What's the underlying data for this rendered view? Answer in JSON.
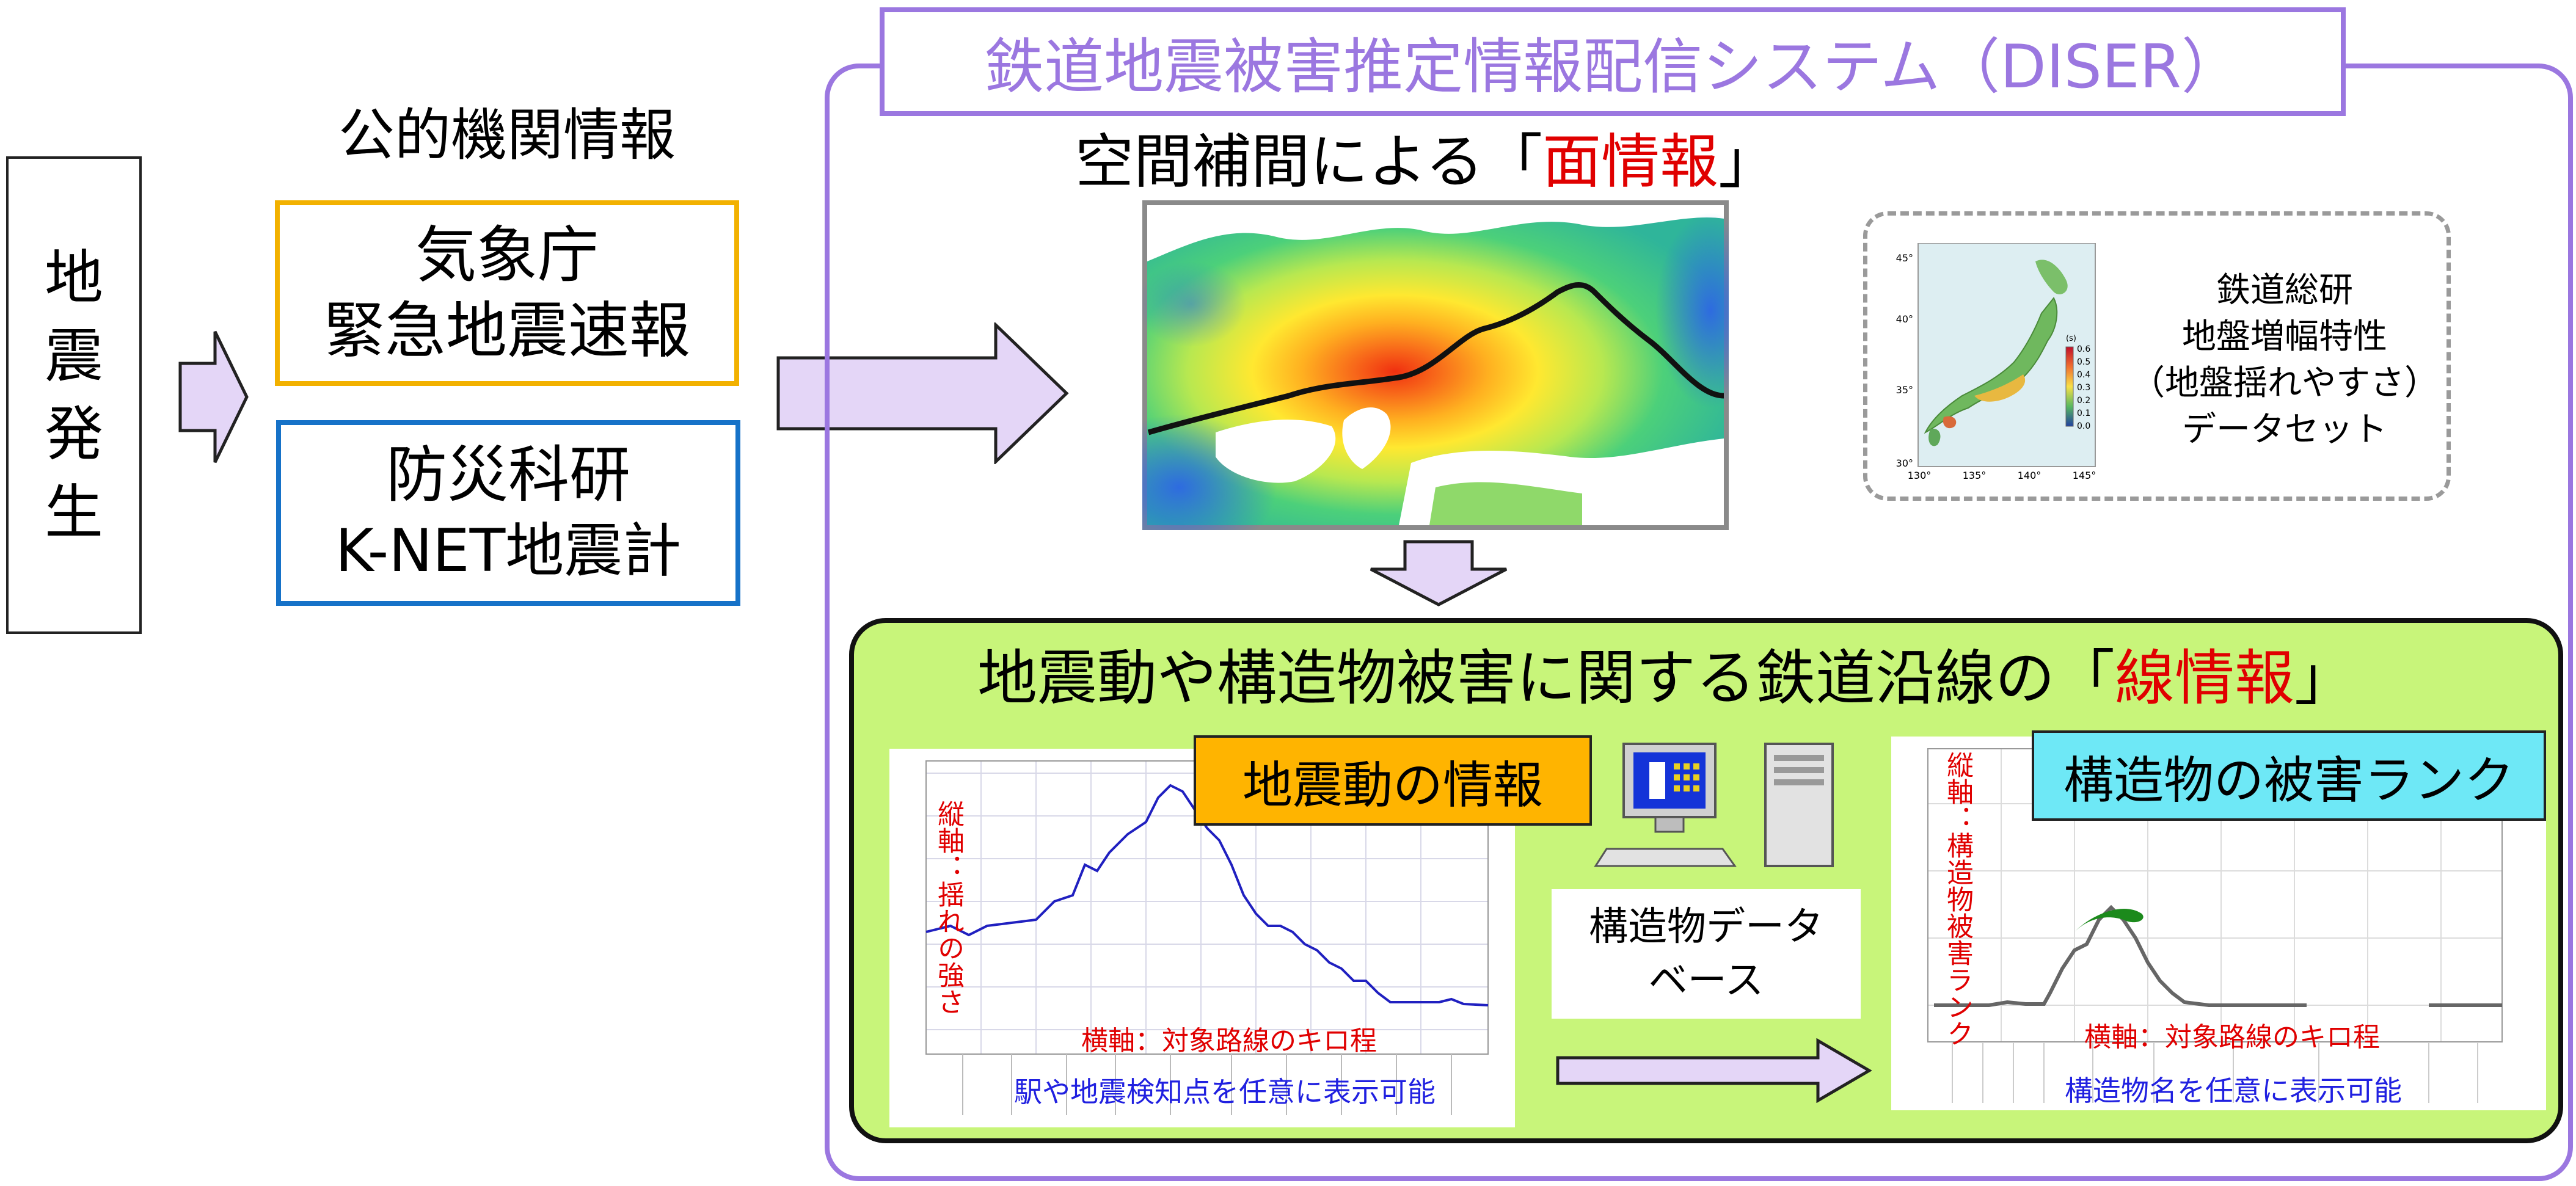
{
  "left": {
    "event_chars": [
      "地",
      "震",
      "発",
      "生"
    ]
  },
  "public_info": {
    "heading": "公的機関情報",
    "jma": {
      "line1": "気象庁",
      "line2": "緊急地震速報"
    },
    "nied": {
      "line1": "防災科研",
      "line2": "K-NET地震計"
    }
  },
  "system": {
    "title": "鉄道地震被害推定情報配信システム（DISER）",
    "area_info": {
      "prefix": "空間補間による「",
      "highlight": "面情報",
      "suffix": "」"
    },
    "dataset": {
      "lines": [
        "鉄道総研",
        "地盤増幅特性",
        "（地盤揺れやすさ）",
        "データセット"
      ],
      "lat_ticks": [
        "45°",
        "40°",
        "35°",
        "30°"
      ],
      "lon_ticks": [
        "130°",
        "135°",
        "140°",
        "145°"
      ],
      "scale_unit": "(s)",
      "scale_ticks": [
        "0.6",
        "0.5",
        "0.4",
        "0.3",
        "0.2",
        "0.1",
        "0.0"
      ]
    },
    "line_info": {
      "prefix": "地震動や構造物被害に関する鉄道沿線の「",
      "highlight": "線情報",
      "suffix": "」",
      "ground_motion_label": "地震動の情報",
      "ground_motion_y_annot": "縦軸：揺れの強さ",
      "x_annot": "横軸：対象路線のキロ程",
      "ground_motion_footer": "駅や地震検知点を任意に表示可能",
      "database": {
        "line1": "構造物データ",
        "line2": "ベース"
      },
      "damage_label": "構造物の被害ランク",
      "damage_y_annot": "縦軸：構造物被害ランク",
      "damage_footer": "構造物名を任意に表示可能"
    }
  },
  "colors": {
    "purple": "#9B77E0",
    "arrow_fill": "#E4D6F7",
    "jma_border": "#F2B100",
    "nied_border": "#1672C8",
    "green_panel": "#C8F57A",
    "orange_label": "#FFB400",
    "cyan_label": "#6EE8F6",
    "red": "#E00000",
    "blue_text": "#2020E0"
  }
}
